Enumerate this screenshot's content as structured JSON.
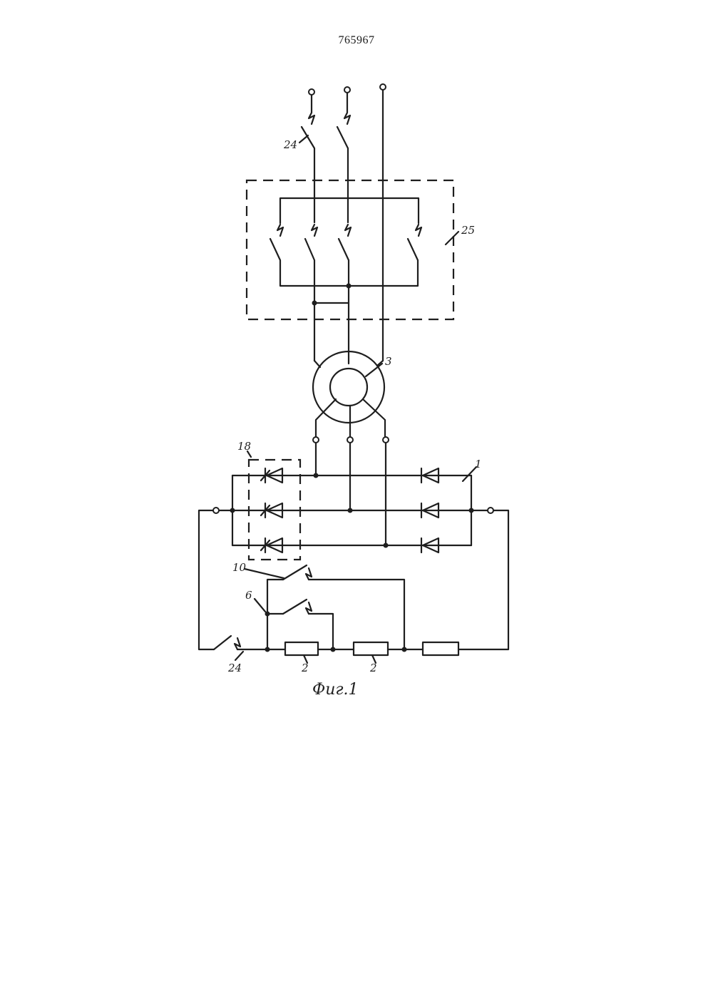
{
  "page_number": "765967",
  "labels": {
    "switch_top": "24",
    "contactor": "25",
    "motor": "3",
    "thyristor_block": "18",
    "rectifier": "1",
    "contact_10": "10",
    "contact_6": "6",
    "switch_bottom": "24",
    "resistor_a": "2",
    "resistor_b": "2"
  },
  "caption": "Фиг.1"
}
